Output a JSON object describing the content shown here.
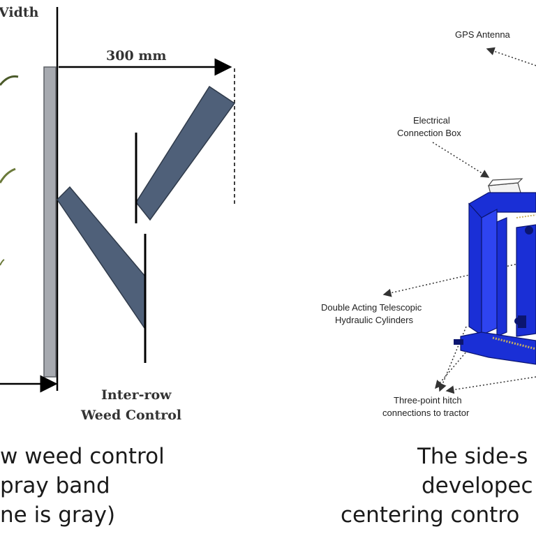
{
  "left_diagram": {
    "top_label": "Vidth",
    "dimension_label": "300 mm",
    "bottom_label": [
      "Inter-row",
      "Weed Control"
    ]
  },
  "right_diagram": {
    "labels": {
      "gps": "GPS Antenna",
      "electrical": [
        "Electrical",
        "Connection Box"
      ],
      "cylinders": [
        "Double Acting Telescopic",
        "Hydraulic Cylinders"
      ],
      "hitch": [
        "Three-point hitch",
        "connections to tractor"
      ]
    }
  },
  "captions": {
    "left": [
      "w weed control",
      "pray band",
      "ne is gray)"
    ],
    "right": [
      "The side-s",
      "developec",
      "centering contro"
    ]
  },
  "colors": {
    "band_blue": "#4f6079",
    "post_gray": "#a7aab0",
    "frame_blue": "#1a2fd6",
    "leaf_green": "#6b7a3a"
  }
}
